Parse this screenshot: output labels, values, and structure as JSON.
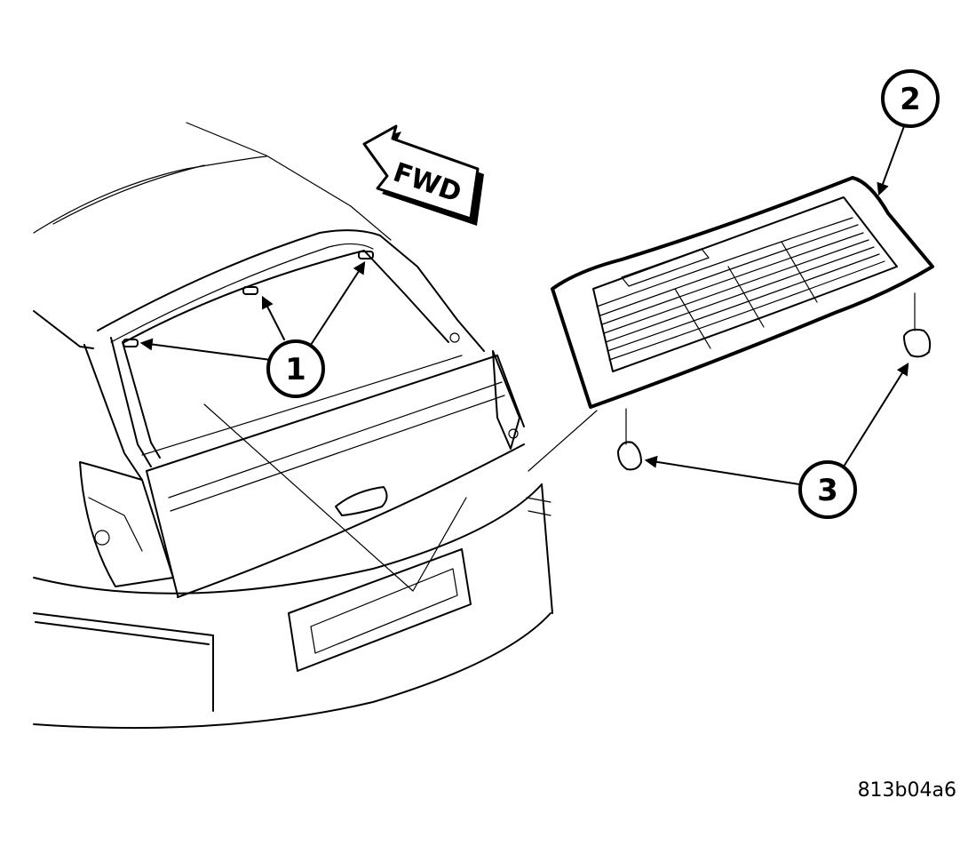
{
  "diagram": {
    "direction_label": "FWD",
    "callouts": [
      {
        "id": "1"
      },
      {
        "id": "2"
      },
      {
        "id": "3"
      }
    ],
    "figure_id": "813b04a6"
  }
}
